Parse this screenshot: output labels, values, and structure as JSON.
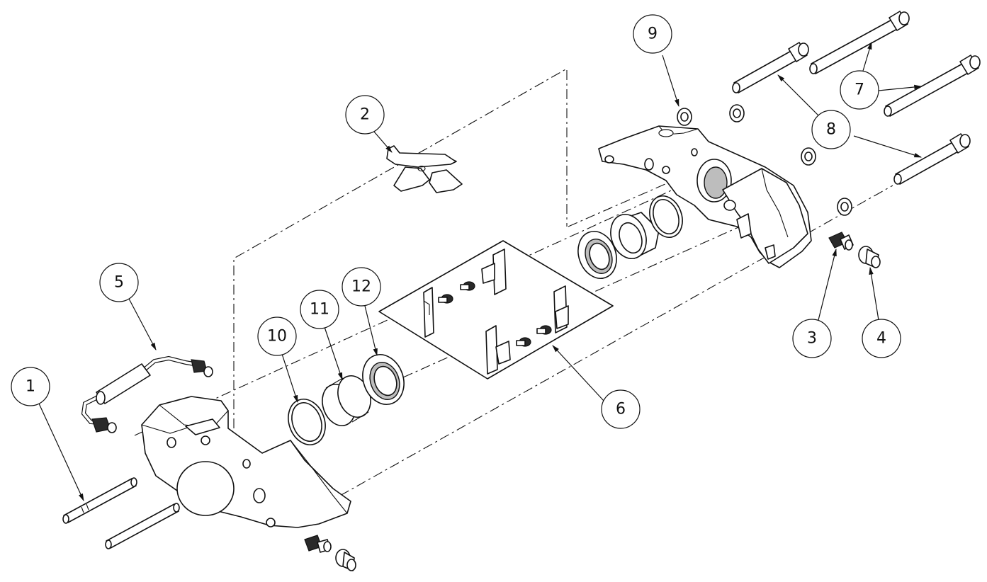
{
  "balloons": [
    {
      "id": "1",
      "label": "1"
    },
    {
      "id": "2",
      "label": "2"
    },
    {
      "id": "3",
      "label": "3"
    },
    {
      "id": "4",
      "label": "4"
    },
    {
      "id": "5",
      "label": "5"
    },
    {
      "id": "6",
      "label": "6"
    },
    {
      "id": "7",
      "label": "7"
    },
    {
      "id": "8",
      "label": "8"
    },
    {
      "id": "9",
      "label": "9"
    },
    {
      "id": "10",
      "label": "10"
    },
    {
      "id": "11",
      "label": "11"
    },
    {
      "id": "12",
      "label": "12"
    }
  ]
}
